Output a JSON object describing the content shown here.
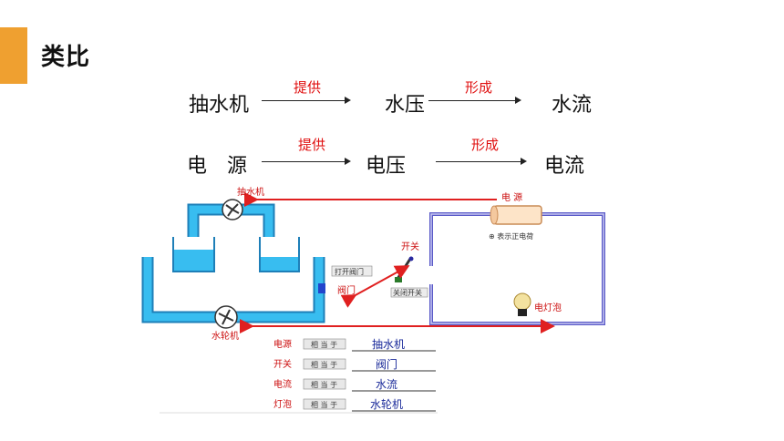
{
  "heading": "类比",
  "analogy": {
    "row1": {
      "a": "抽水机",
      "verb1": "提供",
      "b": "水压",
      "verb2": "形成",
      "c": "水流"
    },
    "row2": {
      "a": "电　源",
      "verb1": "提供",
      "b": "电压",
      "verb2": "形成",
      "c": "电流"
    }
  },
  "diagram": {
    "water_side": {
      "pump_top": "抽水机",
      "valve": "打开阀门",
      "valve_char": "阀门",
      "wheel": "水轮机"
    },
    "circuit_side": {
      "source": "电 源",
      "charge_note": "⊕ 表示正电荷",
      "switch": "开关",
      "switch_closed": "关闭开关",
      "bulb": "电灯泡"
    },
    "equals_label": "相 当 于",
    "mapping": [
      {
        "term": "电源",
        "answer": "抽水机"
      },
      {
        "term": "开关",
        "answer": "阀门"
      },
      {
        "term": "电流",
        "answer": "水流"
      },
      {
        "term": "灯泡",
        "answer": "水轮机"
      }
    ]
  },
  "colors": {
    "accent": "#efa030",
    "verb": "#e01010",
    "water": "#33b4e6",
    "wire": "#7070d0",
    "arrow": "#e02020"
  }
}
